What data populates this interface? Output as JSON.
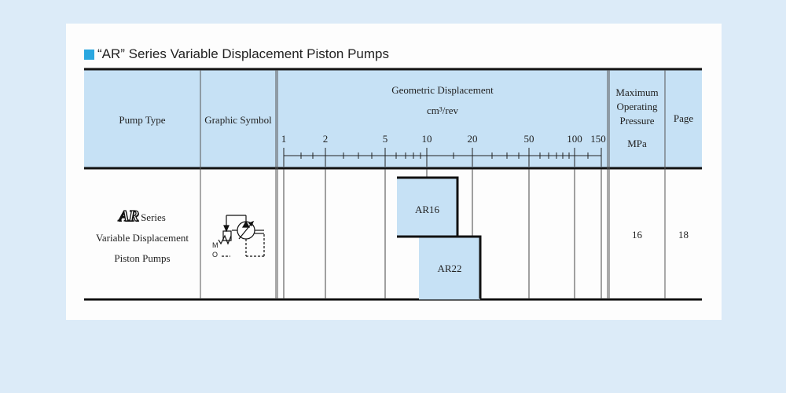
{
  "title": "“AR” Series Variable Displacement Piston Pumps",
  "headers": {
    "pump_type": "Pump Type",
    "graphic_symbol": "Graphic Symbol",
    "geometric_displacement": "Geometric Displacement",
    "displacement_unit": "cm³/rev",
    "max_pressure_line1": "Maximum",
    "max_pressure_line2": "Operating",
    "max_pressure_line3": "Pressure",
    "pressure_unit": "MPa",
    "page": "Page"
  },
  "scale_ticks": [
    "1",
    "2",
    "5",
    "10",
    "20",
    "50",
    "100",
    "150"
  ],
  "row": {
    "logo": "AR",
    "series": "Series",
    "name_line1": "Variable Displacement",
    "name_line2": "Piston Pumps",
    "symbol_m": "M",
    "symbol_o": "O",
    "bars": [
      {
        "label": "AR16",
        "min": 5,
        "max": 16
      },
      {
        "label": "AR22",
        "min": 10,
        "max": 22
      }
    ],
    "pressure": "16",
    "page": "18"
  },
  "colors": {
    "header_bg": "#c6e1f5",
    "bar_fill": "#c6e1f5",
    "accent": "#2aa7e0",
    "background": "#dcebf8"
  }
}
